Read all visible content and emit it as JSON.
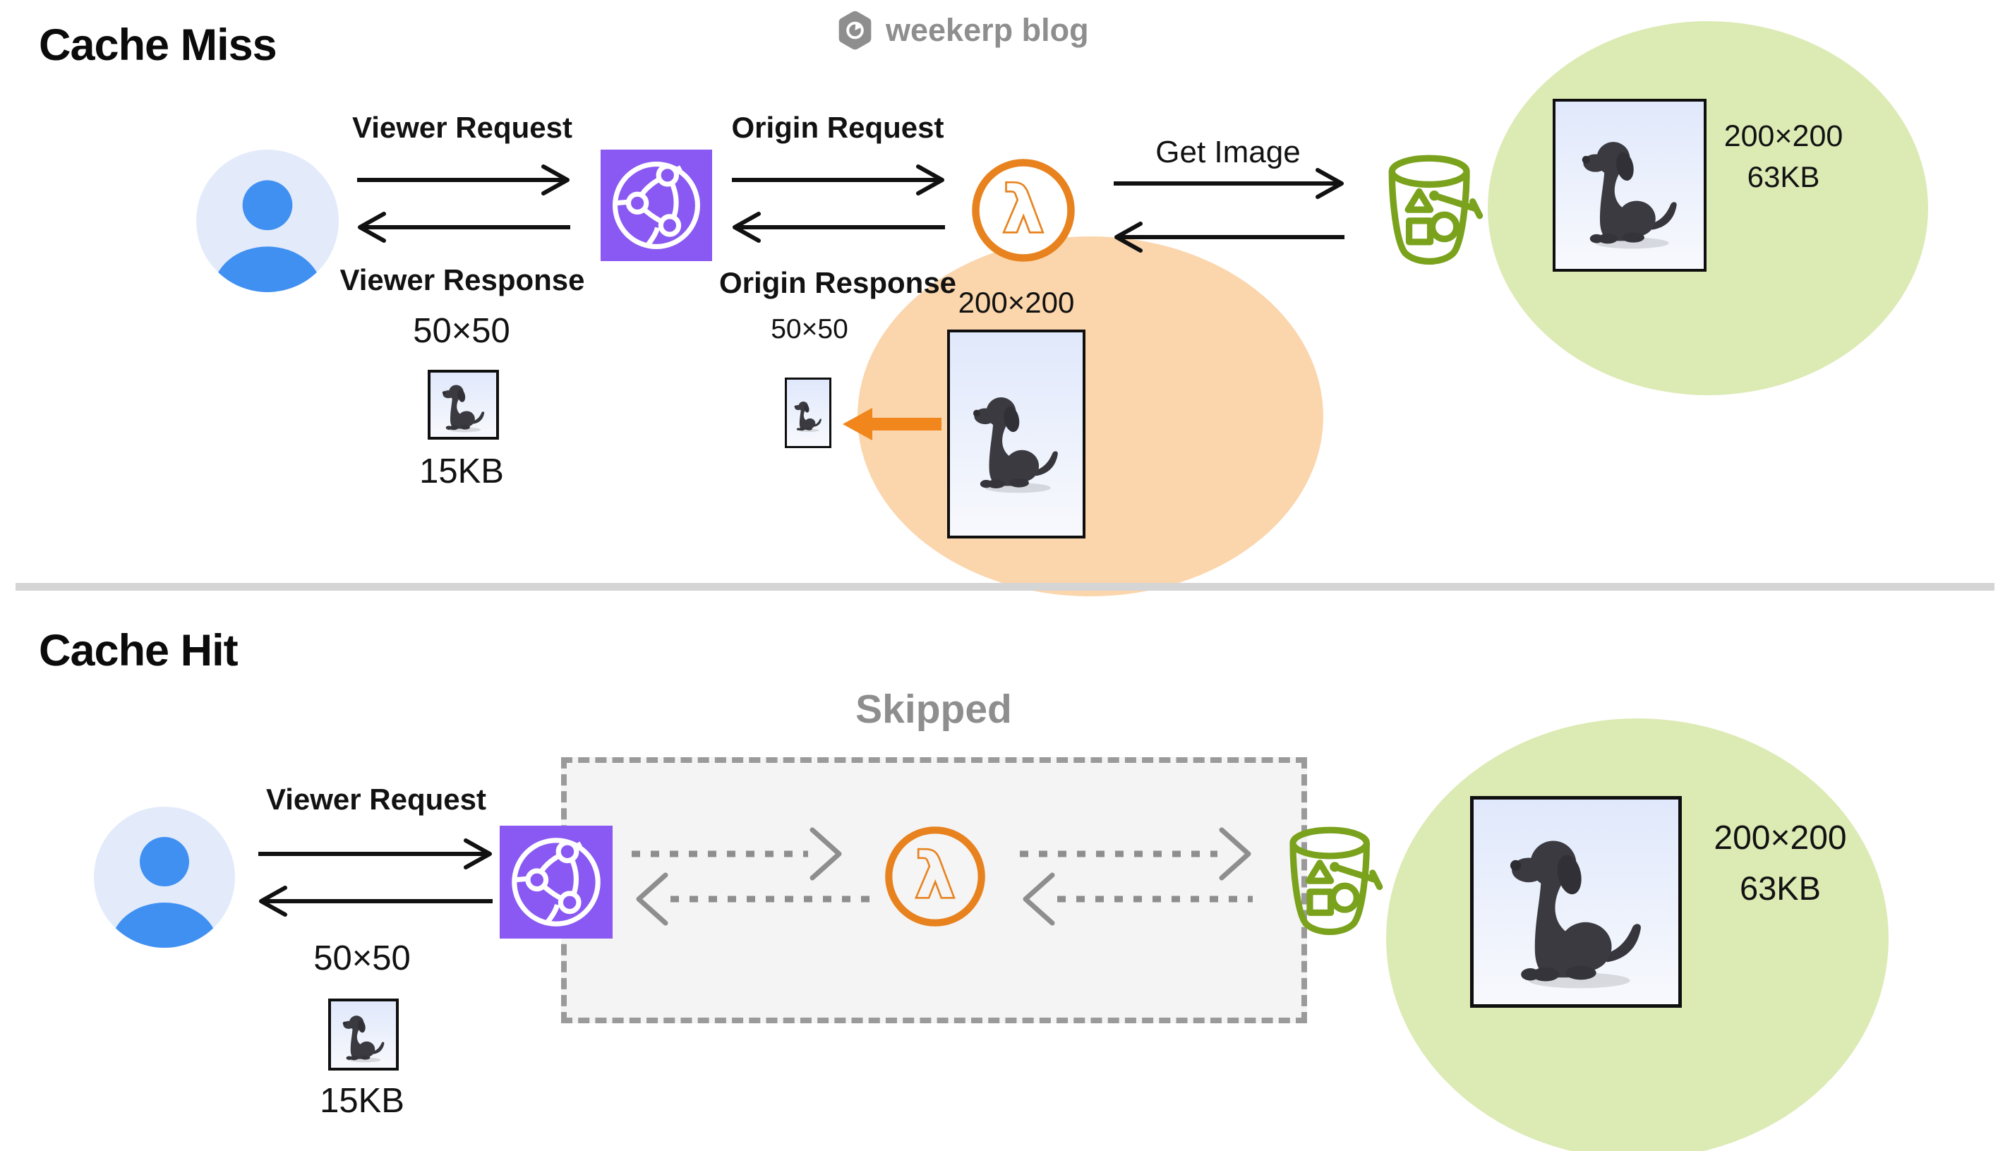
{
  "logo": {
    "text": "weekerp blog"
  },
  "cache_miss": {
    "title": "Cache Miss",
    "viewer_request": "Viewer Request",
    "viewer_response": "Viewer Response",
    "origin_request": "Origin Request",
    "origin_response": "Origin Response",
    "get_image": "Get Image",
    "stored_size": "200×200",
    "stored_filesize": "63KB",
    "resize_source_size": "200×200",
    "resize_target_size": "50×50",
    "delivered_size": "50×50",
    "delivered_filesize": "15KB"
  },
  "cache_hit": {
    "title": "Cache Hit",
    "skipped_label": "Skipped",
    "viewer_request": "Viewer Request",
    "stored_size": "200×200",
    "stored_filesize": "63KB",
    "delivered_size": "50×50",
    "delivered_filesize": "15KB"
  },
  "icons": {
    "logo": "hexagon-logo-icon",
    "user": "user-avatar-icon",
    "cdn": "cloudfront-globe-icon",
    "function": "lambda-icon",
    "storage": "s3-bucket-icon",
    "picture": "dog-photo"
  },
  "colors": {
    "purple": "#8A58F2",
    "orange": "#E8821E",
    "orange_arrow": "#F0861C",
    "peach": "#FBD5AB",
    "green": "#7AA21C",
    "light_green": "#DCEAB4",
    "avatar_blue": "#4090F2",
    "avatar_bg": "#E3EBFB",
    "gray_text": "#8E8E8E",
    "divider": "#D5D5D5",
    "box_fill": "#F4F4F4",
    "box_dash": "#9A9A9A",
    "arrow_black": "#111111",
    "dotted_gray": "#8E8E8E"
  }
}
